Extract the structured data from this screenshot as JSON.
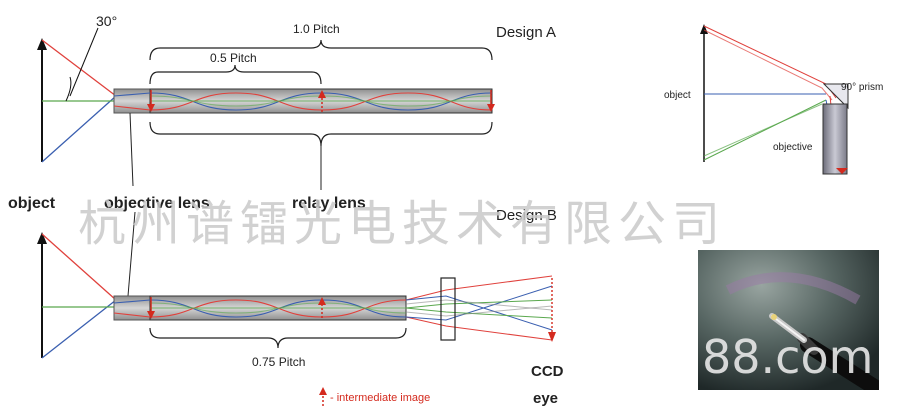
{
  "design_a": {
    "title": "Design A",
    "angle_label": "30°",
    "pitch_full_label": "1.0 Pitch",
    "pitch_half_label": "0.5 Pitch"
  },
  "design_b": {
    "title": "Design B",
    "pitch_label": "0.75 Pitch"
  },
  "labels": {
    "object": "object",
    "objective_lens": "objective lens",
    "relay_lens": "relay lens",
    "ccd": "CCD",
    "eye": "eye"
  },
  "legend": {
    "intermediate_image": "- intermediate image"
  },
  "prism_diagram": {
    "object": "object",
    "prism": "90° prism",
    "objective": "objective"
  },
  "watermark": {
    "company": "杭州谱镭光电技术有限公司",
    "site": "88.com"
  },
  "colors": {
    "red_ray": "#e0413c",
    "blue_ray": "#3a5fb0",
    "green_ray": "#5aa84e",
    "image_arrow": "#d42a1e",
    "lens_fill": "#b8b8b8"
  }
}
